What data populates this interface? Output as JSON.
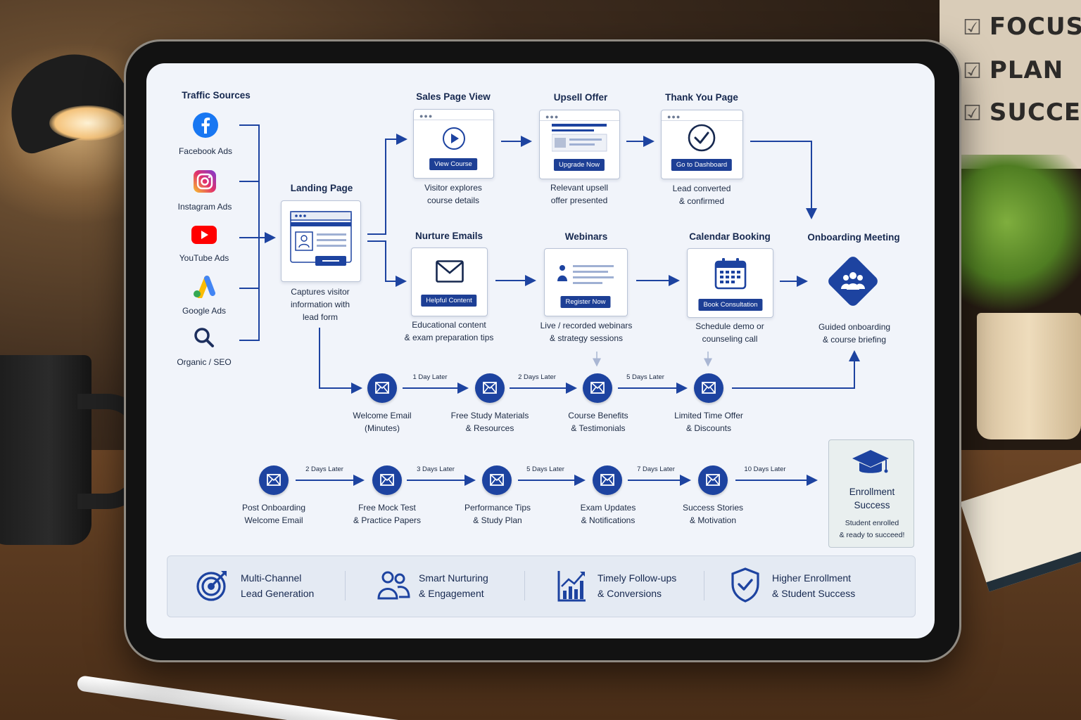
{
  "diagram": {
    "traffic_sources": {
      "title": "Traffic Sources",
      "items": [
        {
          "label": "Facebook Ads",
          "icon": "facebook-icon"
        },
        {
          "label": "Instagram Ads",
          "icon": "instagram-icon"
        },
        {
          "label": "YouTube Ads",
          "icon": "youtube-icon"
        },
        {
          "label": "Google Ads",
          "icon": "google-ads-icon"
        },
        {
          "label": "Organic / SEO",
          "icon": "search-icon"
        }
      ]
    },
    "landing_page": {
      "title": "Landing Page",
      "caption": [
        "Captures visitor",
        "information with",
        "lead form"
      ]
    },
    "sales_page": {
      "title": "Sales Page View",
      "button": "View Course",
      "caption": [
        "Visitor explores",
        "course details"
      ]
    },
    "upsell": {
      "title": "Upsell Offer",
      "button": "Upgrade Now",
      "caption": [
        "Relevant upsell",
        "offer presented"
      ]
    },
    "thank_you": {
      "title": "Thank You Page",
      "button": "Go to Dashboard",
      "caption": [
        "Lead converted",
        "& confirmed"
      ]
    },
    "nurture": {
      "title": "Nurture Emails",
      "button": "Helpful Content",
      "caption": [
        "Educational content",
        "& exam preparation tips"
      ]
    },
    "webinars": {
      "title": "Webinars",
      "button": "Register Now",
      "caption": [
        "Live / recorded webinars",
        "& strategy sessions"
      ]
    },
    "calendar": {
      "title": "Calendar Booking",
      "button": "Book Consultation",
      "caption": [
        "Schedule demo or",
        "counseling call"
      ]
    },
    "onboarding": {
      "title": "Onboarding Meeting",
      "caption": [
        "Guided onboarding",
        "& course briefing"
      ]
    },
    "email_row_1": {
      "delays": [
        "1 Day Later",
        "2 Days Later",
        "5 Days Later"
      ],
      "steps": [
        [
          "Welcome Email",
          "(Minutes)"
        ],
        [
          "Free Study Materials",
          "& Resources"
        ],
        [
          "Course Benefits",
          "& Testimonials"
        ],
        [
          "Limited Time Offer",
          "& Discounts"
        ]
      ]
    },
    "email_row_2": {
      "delays": [
        "2 Days Later",
        "3 Days Later",
        "5 Days Later",
        "7 Days Later",
        "10 Days Later"
      ],
      "steps": [
        [
          "Post Onboarding",
          "Welcome Email"
        ],
        [
          "Free Mock Test",
          "& Practice Papers"
        ],
        [
          "Performance Tips",
          "& Study Plan"
        ],
        [
          "Exam Updates",
          "& Notifications"
        ],
        [
          "Success Stories",
          "& Motivation"
        ]
      ]
    },
    "enrollment": {
      "title": [
        "Enrollment",
        "Success"
      ],
      "caption": [
        "Student enrolled",
        "& ready to succeed!"
      ]
    },
    "features": [
      {
        "icon": "target-icon",
        "lines": [
          "Multi-Channel",
          "Lead Generation"
        ]
      },
      {
        "icon": "users-icon",
        "lines": [
          "Smart Nurturing",
          "& Engagement"
        ]
      },
      {
        "icon": "growth-chart-icon",
        "lines": [
          "Timely Follow-ups",
          "& Conversions"
        ]
      },
      {
        "icon": "shield-check-icon",
        "lines": [
          "Higher Enrollment",
          "& Student Success"
        ]
      }
    ]
  },
  "background": {
    "poster_lines": [
      "FOCUS",
      "PLAN",
      "SUCCEED"
    ]
  },
  "colors": {
    "accent": "#1d43a0",
    "navy_text": "#16284f",
    "screen_bg": "#f1f4fa"
  }
}
